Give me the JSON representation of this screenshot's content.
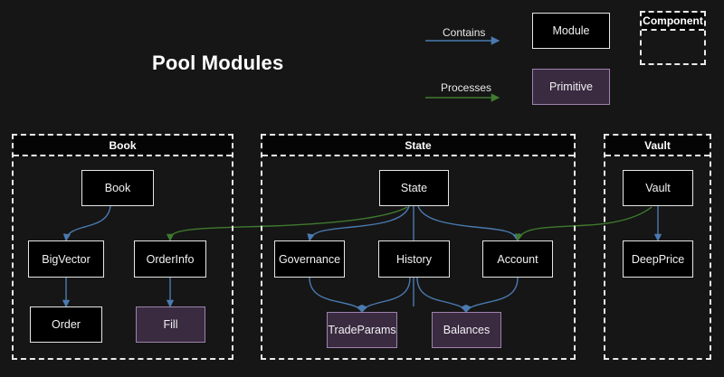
{
  "page": {
    "title": "Pool Modules",
    "background_color": "#161616"
  },
  "colors": {
    "contains_edge": "#4a7ab0",
    "processes_edge": "#3f7a2e",
    "module_fill": "#000000",
    "module_border": "#e6e6e6",
    "primitive_fill": "#3a2b41",
    "primitive_border": "#9e82ad",
    "cluster_border": "#e9e9e9",
    "text": "#f2f2f2"
  },
  "legend": {
    "edges": [
      {
        "label": "Contains",
        "color": "#4a7ab0",
        "name": "contains"
      },
      {
        "label": "Processes",
        "color": "#3f7a2e",
        "name": "processes"
      }
    ],
    "shapes": [
      {
        "label": "Module",
        "kind": "module"
      },
      {
        "label": "Primitive",
        "kind": "primitive"
      }
    ],
    "cluster": {
      "label": "Component"
    }
  },
  "clusters": [
    {
      "name": "book",
      "label": "Book",
      "nodes": [
        {
          "id": "Book",
          "label": "Book",
          "kind": "module"
        },
        {
          "id": "BigVector",
          "label": "BigVector",
          "kind": "module"
        },
        {
          "id": "OrderInfo",
          "label": "OrderInfo",
          "kind": "module"
        },
        {
          "id": "Order",
          "label": "Order",
          "kind": "module"
        },
        {
          "id": "Fill",
          "label": "Fill",
          "kind": "primitive"
        }
      ]
    },
    {
      "name": "state",
      "label": "State",
      "nodes": [
        {
          "id": "State",
          "label": "State",
          "kind": "module"
        },
        {
          "id": "Governance",
          "label": "Governance",
          "kind": "module"
        },
        {
          "id": "History",
          "label": "History",
          "kind": "module"
        },
        {
          "id": "Account",
          "label": "Account",
          "kind": "module"
        },
        {
          "id": "TradeParams",
          "label": "TradeParams",
          "kind": "primitive"
        },
        {
          "id": "Balances",
          "label": "Balances",
          "kind": "primitive"
        }
      ]
    },
    {
      "name": "vault",
      "label": "Vault",
      "nodes": [
        {
          "id": "Vault",
          "label": "Vault",
          "kind": "module"
        },
        {
          "id": "DeepPrice",
          "label": "DeepPrice",
          "kind": "module"
        }
      ]
    }
  ],
  "edges": [
    {
      "from": "Book",
      "to": "BigVector",
      "type": "contains"
    },
    {
      "from": "BigVector",
      "to": "Order",
      "type": "contains"
    },
    {
      "from": "OrderInfo",
      "to": "Fill",
      "type": "contains"
    },
    {
      "from": "State",
      "to": "Governance",
      "type": "contains"
    },
    {
      "from": "State",
      "to": "History",
      "type": "contains"
    },
    {
      "from": "State",
      "to": "Account",
      "type": "contains"
    },
    {
      "from": "Governance",
      "to": "TradeParams",
      "type": "contains"
    },
    {
      "from": "History",
      "to": "TradeParams",
      "type": "contains"
    },
    {
      "from": "History",
      "to": "Balances",
      "type": "contains"
    },
    {
      "from": "Account",
      "to": "Balances",
      "type": "contains"
    },
    {
      "from": "Vault",
      "to": "DeepPrice",
      "type": "contains"
    },
    {
      "from": "State",
      "to": "OrderInfo",
      "type": "processes"
    },
    {
      "from": "Vault",
      "to": "Account",
      "type": "processes"
    }
  ]
}
